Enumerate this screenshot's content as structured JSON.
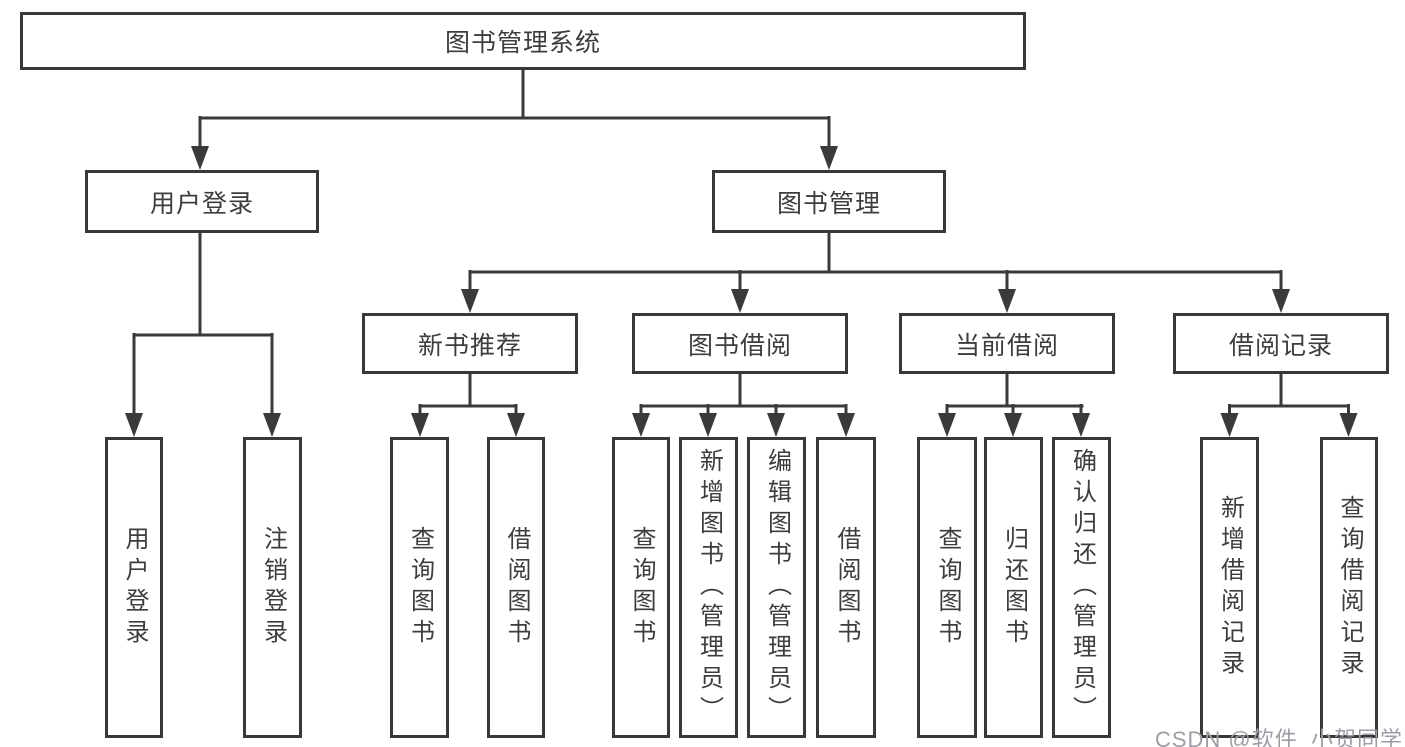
{
  "nodes": {
    "root": "图书管理系统",
    "branches": [
      {
        "label": "用户登录",
        "children": [
          "用户登录",
          "注销登录"
        ]
      },
      {
        "label": "图书管理",
        "groups": [
          {
            "label": "新书推荐",
            "children": [
              "查询图书",
              "借阅图书"
            ]
          },
          {
            "label": "图书借阅",
            "children": [
              "查询图书",
              "新增图书（管理员）",
              "编辑图书（管理员）",
              "借阅图书"
            ]
          },
          {
            "label": "当前借阅",
            "children": [
              "查询图书",
              "归还图书",
              "确认归还（管理员）"
            ]
          },
          {
            "label": "借阅记录",
            "children": [
              "新增借阅记录",
              "查询借阅记录"
            ]
          }
        ]
      }
    ]
  },
  "watermark": {
    "text": "CSDN @软件_小贺同学"
  },
  "colors": {
    "line": "#3a3a3a",
    "box_border": "#383838",
    "text": "#3d3d3d",
    "background": "#ffffff",
    "watermark": "#9d9da5"
  }
}
